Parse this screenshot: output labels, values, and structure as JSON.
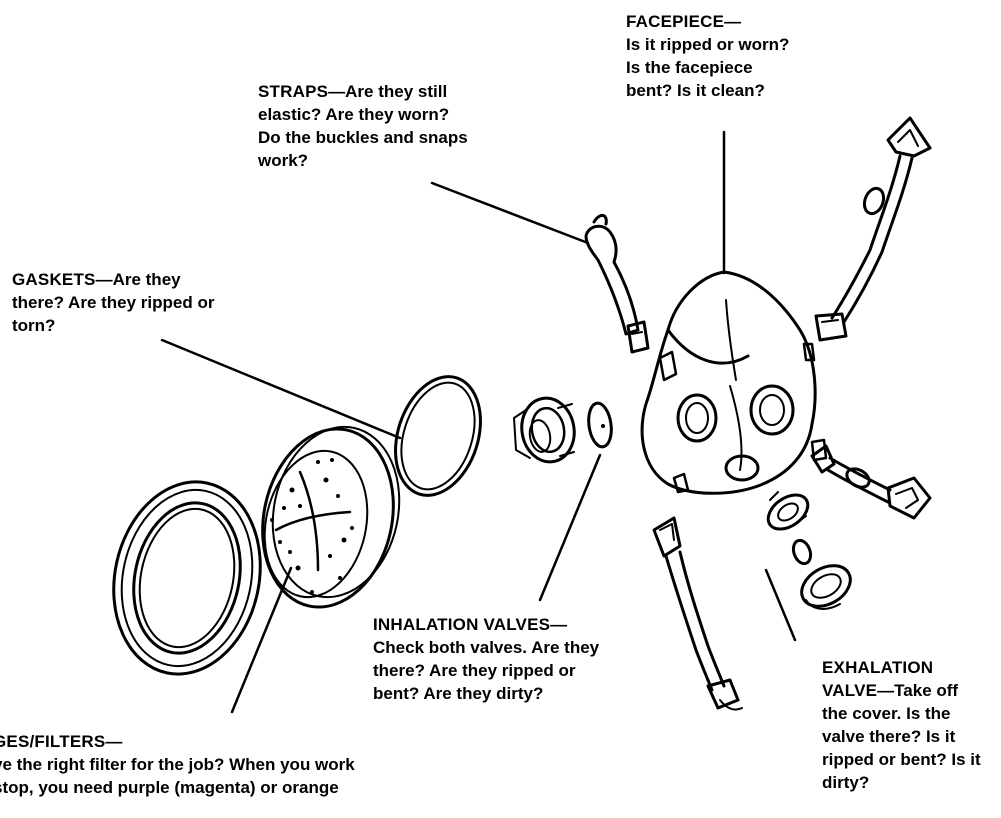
{
  "callouts": {
    "facepiece": {
      "title": "FACEPIECE—",
      "text": "Is it ripped or worn?\nIs the facepiece\nbent? Is it clean?"
    },
    "straps": {
      "title": "STRAPS",
      "text": "—Are they still\nelastic? Are they worn?\nDo the buckles and snaps\nwork?"
    },
    "gaskets": {
      "title": "GASKETS",
      "text": "—Are they\nthere? Are they ripped or\ntorn?"
    },
    "inhalation_valves": {
      "title": "INHALATION VALVES—",
      "text": "Check both valves. Are they\nthere? Are they ripped or\nbent? Are they dirty?"
    },
    "exhalation_valve": {
      "title": "EXHALATION\nVALVE",
      "text": "—Take off\nthe cover. Is the\nvalve there? Is it\nripped or bent? Is it\ndirty?"
    },
    "cartridges": {
      "title": "GES/FILTERS—",
      "text": "ve the right filter for the job? When you work\nstop, you need purple (magenta) or orange"
    }
  }
}
